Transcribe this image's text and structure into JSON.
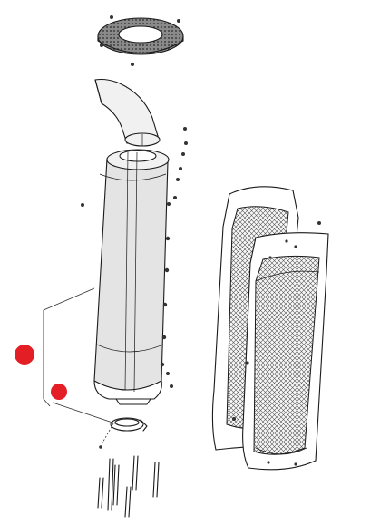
{
  "diagram": {
    "kind": "exploded-parts-view",
    "parts": [
      "flange-plate",
      "muffler-inlet-elbow",
      "muffler-body",
      "mounting-bolts",
      "exhaust-clamp",
      "heat-shield",
      "stud-set"
    ],
    "markers": {
      "color": "#e31e24",
      "count": 2
    }
  }
}
